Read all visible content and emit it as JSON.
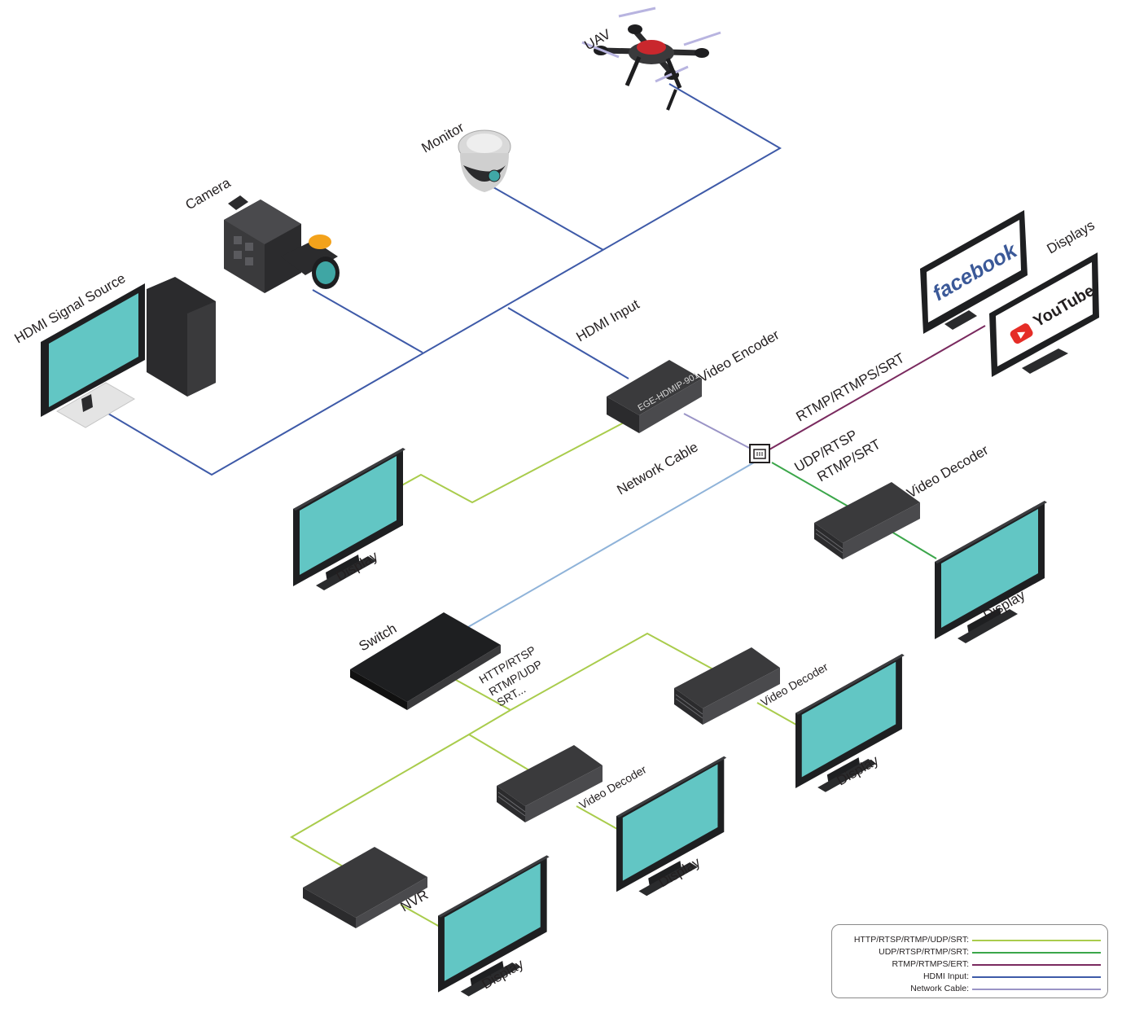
{
  "labels": {
    "uav": "UAV",
    "monitor": "Monitor",
    "camera": "Camera",
    "hdmi_source": "HDMI Signal Source",
    "hdmi_input": "HDMI Input",
    "video_encoder": "Video Encoder",
    "encoder_model": "EGE-HDMIP-901",
    "network_cable": "Network Cable",
    "rtmp_line": "RTMP/RTMPS/SRT",
    "udp_line1": "UDP/RTSP",
    "udp_line2": "RTMP/SRT",
    "displays": "Displays",
    "facebook": "facebook",
    "youtube": "YouTube",
    "video_decoder_right": "Video Decoder",
    "display_left": "Display",
    "display_right": "Display",
    "switch": "Switch",
    "switch_proto1": "HTTP/RTSP",
    "switch_proto2": "RTMP/UDP",
    "switch_proto3": "SRT...",
    "video_decoder_a": "Video Decoder",
    "video_decoder_b": "Video Decoder",
    "display_a": "Display",
    "display_b": "Display",
    "nvr": "NVR",
    "display_nvr": "Display"
  },
  "legend": [
    {
      "label": "HTTP/RTSP/RTMP/UDP/SRT:",
      "color": "#a9cc4c"
    },
    {
      "label": "UDP/RTSP/RTMP/SRT:",
      "color": "#3ba64a"
    },
    {
      "label": "RTMP/RTMPS/ERT:",
      "color": "#7a2a5f"
    },
    {
      "label": "HDMI Input:",
      "color": "#3e5aa8"
    },
    {
      "label": "Network Cable:",
      "color": "#9a94c6"
    }
  ],
  "colors": {
    "hdmi": "#3e5aa8",
    "http": "#a9cc4c",
    "udp": "#3ba64a",
    "rtmp": "#7a2a5f",
    "network": "#9a94c6",
    "network_light": "#8fb3d9",
    "screen": "#62c6c4",
    "device": "#3a3a3c"
  },
  "icons": {
    "drone": "drone-icon",
    "dome_camera": "dome-camera-icon",
    "video_camera": "video-camera-icon",
    "pc": "desktop-computer-icon",
    "encoder": "encoder-box-icon",
    "ethernet": "ethernet-port-icon",
    "switch": "network-switch-icon",
    "decoder": "decoder-box-icon",
    "nvr": "nvr-icon",
    "display": "display-icon",
    "youtube": "youtube-icon"
  }
}
